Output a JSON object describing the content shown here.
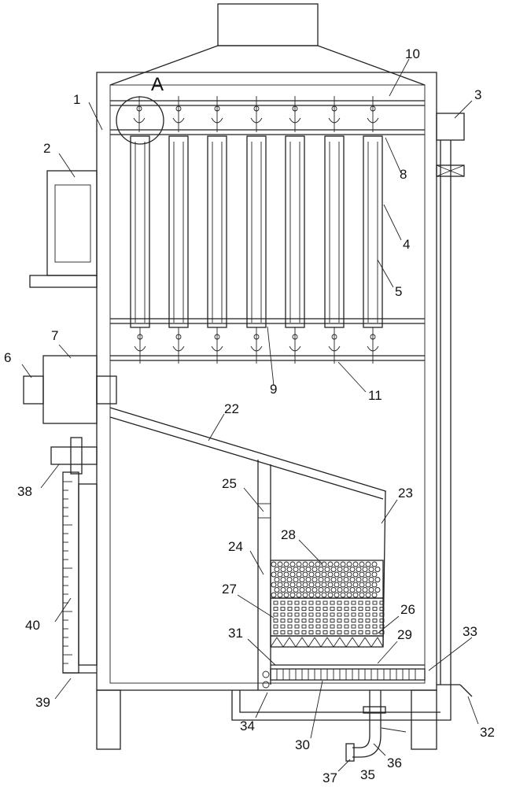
{
  "detail_marker": "A",
  "labels": {
    "l1": "1",
    "l2": "2",
    "l3": "3",
    "l4": "4",
    "l5": "5",
    "l6": "6",
    "l7": "7",
    "l8": "8",
    "l9": "9",
    "l10": "10",
    "l11": "11",
    "l22": "22",
    "l23": "23",
    "l24": "24",
    "l25": "25",
    "l26": "26",
    "l27": "27",
    "l28": "28",
    "l29": "29",
    "l30": "30",
    "l31": "31",
    "l32": "32",
    "l33": "33",
    "l34": "34",
    "l35": "35",
    "l36": "36",
    "l37": "37",
    "l38": "38",
    "l39": "39",
    "l40": "40"
  }
}
